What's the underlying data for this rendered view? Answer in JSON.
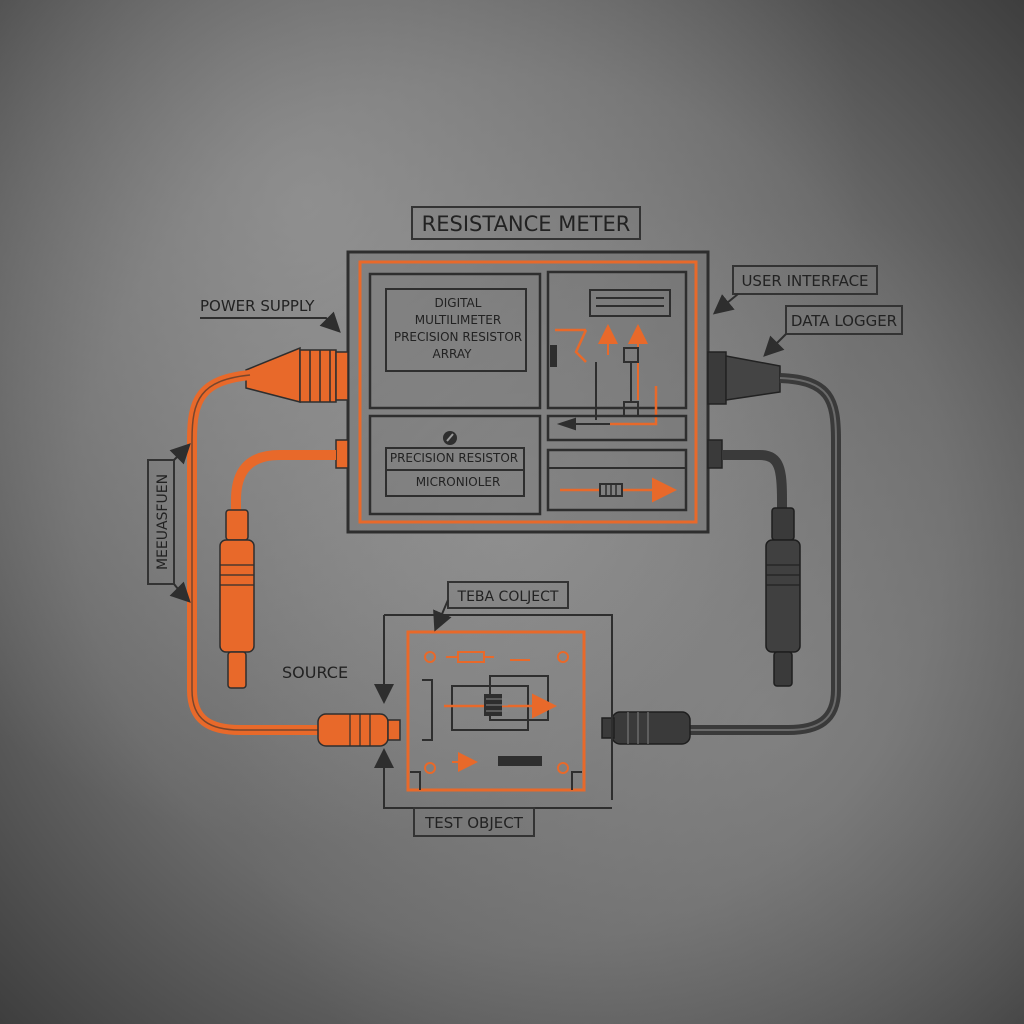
{
  "title": "RESISTANCE METER",
  "labels": {
    "power_supply": "POWER SUPPLY",
    "user_interface": "USER INTERFACE",
    "data_logger": "DATA LOGGER",
    "measurement": "MEEUASFUEN",
    "source": "SOURCE",
    "test_object_top": "TEBA COLJECT",
    "test_object_bottom": "TEST OBJECT"
  },
  "modules": {
    "dmm_line1": "DIGITAL",
    "dmm_line2": "MULTILIMETER",
    "dmm_line3": "PRECISION RESISTOR",
    "dmm_line4": "ARRAY",
    "precision_resistor": "PRECISION RESISTOR",
    "microcontroller": "MICRONIOLER"
  },
  "colors": {
    "accent": "#e8692a",
    "ink": "#2e2e2e",
    "background": "#707070"
  }
}
